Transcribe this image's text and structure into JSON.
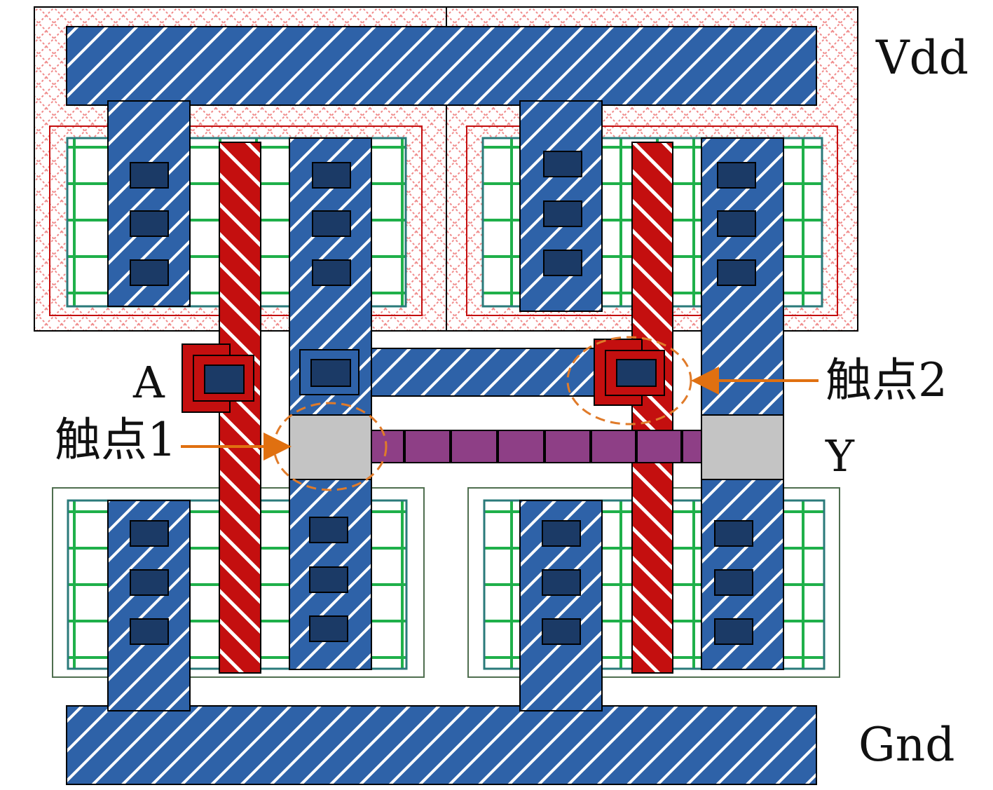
{
  "labels": {
    "vdd": "Vdd",
    "gnd": "Gnd",
    "input_a": "A",
    "output_y": "Y",
    "contact_1": "触点1",
    "contact_2": "触点2"
  },
  "colors": {
    "metal": "#2e62a8",
    "poly": "#c40f0f",
    "contact": "#1b3a66",
    "diffusion": "#1fb04a",
    "nwell_hatch": "#f08a8a",
    "via": "#c4c4c4",
    "defect_bridge": "#8e3f86",
    "arrow": "#e07010",
    "dashed_circle": "#e07b2a"
  }
}
